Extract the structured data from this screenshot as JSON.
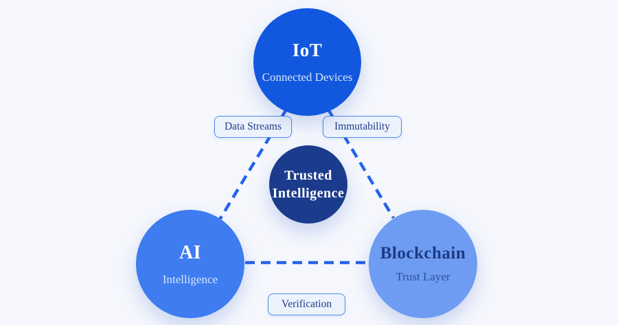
{
  "diagram": {
    "background_color": "#f5f7fd",
    "edge_color": "#2563eb",
    "nodes": {
      "iot": {
        "title": "IoT",
        "subtitle": "Connected Devices",
        "color": "#1158de",
        "text_color": "#ffffff"
      },
      "trusted": {
        "title_line1": "Trusted",
        "title_line2": "Intelligence",
        "color": "#1b3b8c",
        "text_color": "#ffffff"
      },
      "ai": {
        "title": "AI",
        "subtitle": "Intelligence",
        "color": "#3e7cf0",
        "text_color": "#ffffff"
      },
      "blockchain": {
        "title": "Blockchain",
        "subtitle": "Trust Layer",
        "color": "#6e9cf2",
        "title_color": "#1c3a85",
        "subtitle_color": "#2d4f9e"
      }
    },
    "edge_labels": {
      "data_streams": "Data Streams",
      "immutability": "Immutability",
      "verification": "Verification"
    }
  }
}
